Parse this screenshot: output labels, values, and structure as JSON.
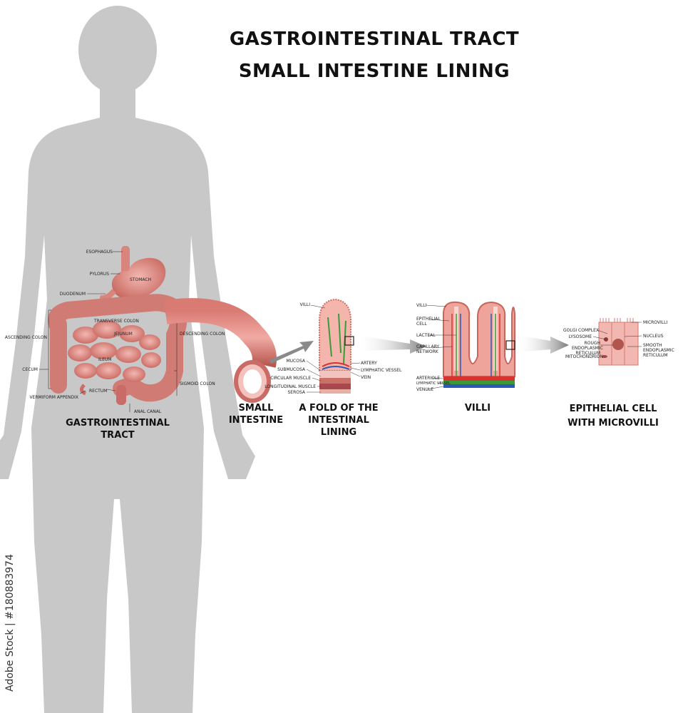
{
  "title_line1": "GASTROINTESTINAL TRACT",
  "title_line2": "SMALL INTESTINE LINING",
  "captions": {
    "gi_tract": "GASTROINTESTINAL TRACT",
    "small_intestine": "SMALL INTESTINE",
    "fold": "A FOLD OF THE INTESTINAL LINING",
    "villi": "VILLI",
    "epithelial": "EPITHELIAL CELL WITH MICROVILLI"
  },
  "gi_labels": {
    "esophagus": "ESOPHAGUS",
    "pylorus": "PYLORUS",
    "stomach": "STOMACH",
    "duodenum": "DUODENUM",
    "transverse_colon": "TRANSVERSE COLON",
    "ascending_colon": "ASCENDING COLON",
    "jejunum": "JEJUNUM",
    "descending_colon": "DESCENDING COLON",
    "ileum": "ILEUM",
    "cecum": "CECUM",
    "sigmoid_colon": "SIGMOID COLON",
    "rectum": "RECTUM",
    "vermiform_appendix": "VERMIFORM APPENDIX",
    "anal_canal": "ANAL CANAL"
  },
  "fold_labels": {
    "villi": "VILLI",
    "mucosa": "MUCOSA",
    "submucosa": "SUBMUCOSA",
    "circular_muscle": "CIRCULAR MUSCLE",
    "longitudinal_muscle": "LONGITUDINAL MUSCLE",
    "serosa": "SEROSA",
    "artery": "ARTERY",
    "lymphatic_vessel": "LYMPHATIC VESSEL",
    "vein": "VEIN"
  },
  "villi_labels": {
    "villi": "VILLI",
    "epithelial_cell": "EPITHELIAL CELL",
    "lacteal": "LACTEAL",
    "capillary_network": "CAPILLARY NETWORK",
    "arteriole": "ARTERIOLE",
    "lymphatic_vessel": "LYMPHATIC VESSEL",
    "venule": "VENULE"
  },
  "cell_labels": {
    "microvilli": "MICROVILLI",
    "golgi_complex": "GOLGI COMPLEX",
    "lysosome": "LYSOSOME",
    "rough_er": "ROUGH ENDOPLASMIC RETICULUM",
    "nucleus": "NUCLEUS",
    "smooth_er": "SMOOTH ENDOPLASMIC RETICULUM",
    "mitochondrion": "MITOCHONDRION"
  },
  "watermark": "Adobe Stock | #180883974",
  "colors": {
    "silhouette": "#c8c8c8",
    "tissue": "#e9a19c",
    "tissue_dark": "#c96b66",
    "artery": "#d8322f",
    "vein": "#2e58b8",
    "lymph": "#3a9a3a",
    "arrow": "#8a8a8a"
  }
}
